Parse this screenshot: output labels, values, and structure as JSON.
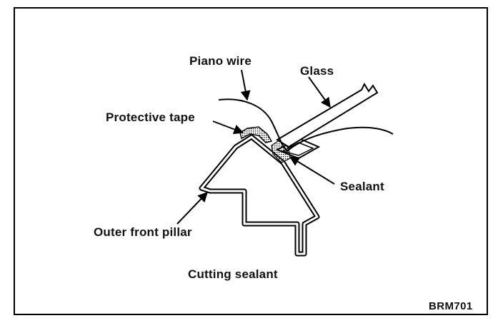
{
  "labels": {
    "piano_wire": "Piano wire",
    "glass": "Glass",
    "protective_tape": "Protective tape",
    "sealant": "Sealant",
    "outer_front_pillar": "Outer front pillar",
    "cutting_sealant": "Cutting sealant"
  },
  "figure_code": "BRM701"
}
